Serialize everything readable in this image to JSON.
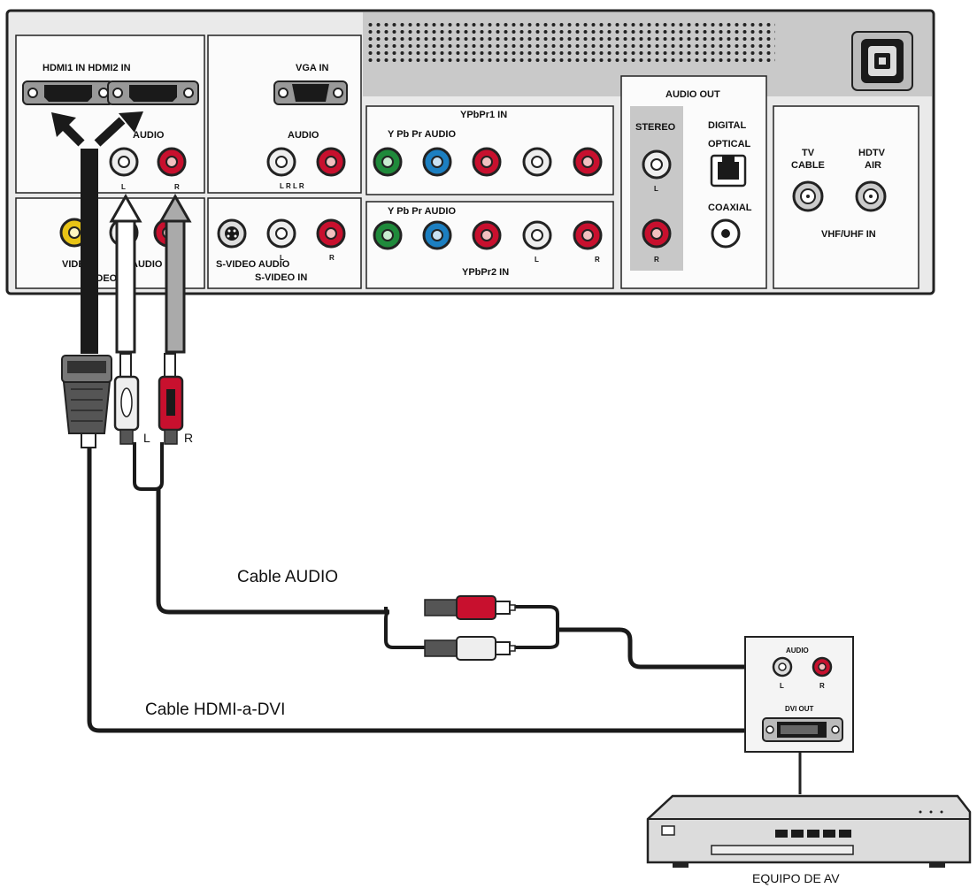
{
  "tv_panel": {
    "hdmi_label": "HDMI1 IN HDMI2 IN",
    "hdmi_audio_label": "AUDIO",
    "hdmi_audio_l": "L",
    "hdmi_audio_r": "R",
    "vga_label": "VGA IN",
    "vga_audio_label": "AUDIO",
    "vga_audio_lr": "L R L R",
    "video_label": "VIDEO",
    "video_audio_label": "AUDIO",
    "video_in_label": "VIDEO IN",
    "svideo_audio_label": "S-VIDEO AUDIO",
    "svideo_l": "L",
    "svideo_r": "R",
    "svideo_in_label": "S-VIDEO IN",
    "ypbpr1_label": "YPbPr1 IN",
    "ypbpr1_sub": "Y Pb Pr AUDIO",
    "ypbpr2_sub": "Y Pb Pr AUDIO",
    "ypbpr2_l": "L",
    "ypbpr2_r": "R",
    "ypbpr2_label": "YPbPr2 IN",
    "audio_out_label": "AUDIO OUT",
    "stereo_label": "STEREO",
    "stereo_l": "L",
    "stereo_r": "R",
    "digital_label": "DIGITAL",
    "optical_label": "OPTICAL",
    "coaxial_label": "COAXIAL",
    "tv_cable_label_1": "TV",
    "tv_cable_label_2": "CABLE",
    "hdtv_air_label_1": "HDTV",
    "hdtv_air_label_2": "AIR",
    "vhf_uhf_label": "VHF/UHF IN"
  },
  "plugs": {
    "audio_l": "L",
    "audio_r": "R"
  },
  "cables": {
    "audio_cable_label": "Cable AUDIO",
    "hdmi_dvi_cable_label": "Cable HDMI-a-DVI"
  },
  "device_panel": {
    "audio_label": "AUDIO",
    "audio_l": "L",
    "audio_r": "R",
    "dvi_out_label": "DVI OUT"
  },
  "device": {
    "label": "EQUIPO DE AV"
  },
  "colors": {
    "panel_bg": "#e8e8e8",
    "outline": "#222222",
    "jack_red": "#c8102e",
    "jack_green": "#1f8a3b",
    "jack_blue": "#1c7fc1",
    "jack_yellow": "#e8c416",
    "jack_white": "#eeeeee"
  }
}
